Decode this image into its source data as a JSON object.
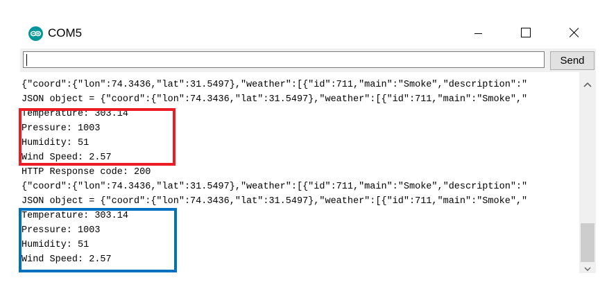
{
  "window": {
    "title": "COM5",
    "app_icon": "arduino-logo-icon",
    "controls": {
      "minimize_icon": "minimize-icon",
      "maximize_icon": "maximize-icon",
      "close_icon": "close-icon"
    }
  },
  "send_bar": {
    "input_value": "",
    "send_label": "Send"
  },
  "console": {
    "lines": [
      "{\"coord\":{\"lon\":74.3436,\"lat\":31.5497},\"weather\":[{\"id\":711,\"main\":\"Smoke\",\"description\":\"",
      "JSON object = {\"coord\":{\"lon\":74.3436,\"lat\":31.5497},\"weather\":[{\"id\":711,\"main\":\"Smoke\",\"",
      "Temperature: 303.14",
      "Pressure: 1003",
      "Humidity: 51",
      "Wind Speed: 2.57",
      "HTTP Response code: 200",
      "{\"coord\":{\"lon\":74.3436,\"lat\":31.5497},\"weather\":[{\"id\":711,\"main\":\"Smoke\",\"description\":\"",
      "JSON object = {\"coord\":{\"lon\":74.3436,\"lat\":31.5497},\"weather\":[{\"id\":711,\"main\":\"Smoke\",\"",
      "Temperature: 303.14",
      "Pressure: 1003",
      "Humidity: 51",
      "Wind Speed: 2.57"
    ]
  },
  "annotations": {
    "red_box_color": "#ed1c24",
    "blue_box_color": "#0070c0"
  },
  "colors": {
    "arduino_teal": "#00979c",
    "toolbar_bg": "#f0f0f0",
    "scroll_thumb": "#cdcdcd"
  }
}
